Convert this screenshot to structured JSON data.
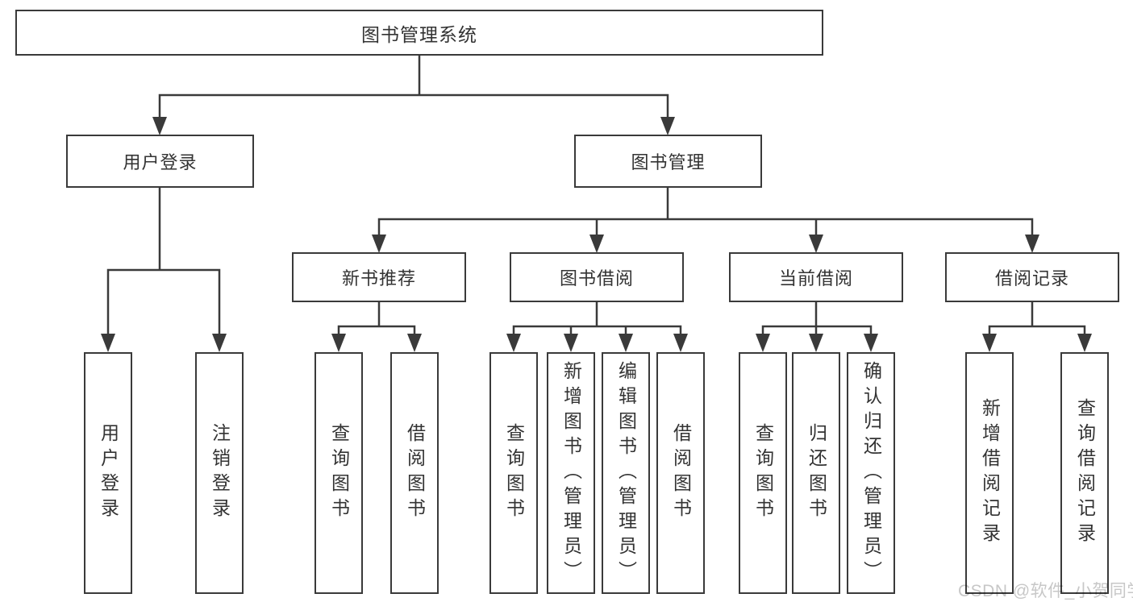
{
  "diagram_type": "hierarchy-diagram",
  "tree": {
    "label": "图书管理系统",
    "children": [
      {
        "label": "用户登录",
        "children": [
          {
            "label": "用户登录"
          },
          {
            "label": "注销登录"
          }
        ]
      },
      {
        "label": "图书管理",
        "children": [
          {
            "label": "新书推荐",
            "children": [
              {
                "label": "查询图书"
              },
              {
                "label": "借阅图书"
              }
            ]
          },
          {
            "label": "图书借阅",
            "children": [
              {
                "label": "查询图书"
              },
              {
                "label": "新增图书（管理员）"
              },
              {
                "label": "编辑图书（管理员）"
              },
              {
                "label": "借阅图书"
              }
            ]
          },
          {
            "label": "当前借阅",
            "children": [
              {
                "label": "查询图书"
              },
              {
                "label": "归还图书"
              },
              {
                "label": "确认归还（管理员）"
              }
            ]
          },
          {
            "label": "借阅记录",
            "children": [
              {
                "label": "新增借阅记录"
              },
              {
                "label": "查询借阅记录"
              }
            ]
          }
        ]
      }
    ]
  },
  "watermark": {
    "text": "CSDN @软件_小贺同学"
  },
  "colors": {
    "line": "#3a3a3a",
    "box_border": "#3a3a3a",
    "box_fill": "#ffffff",
    "text": "#333333",
    "watermark": "#c7c7c7",
    "background": "#ffffff"
  }
}
